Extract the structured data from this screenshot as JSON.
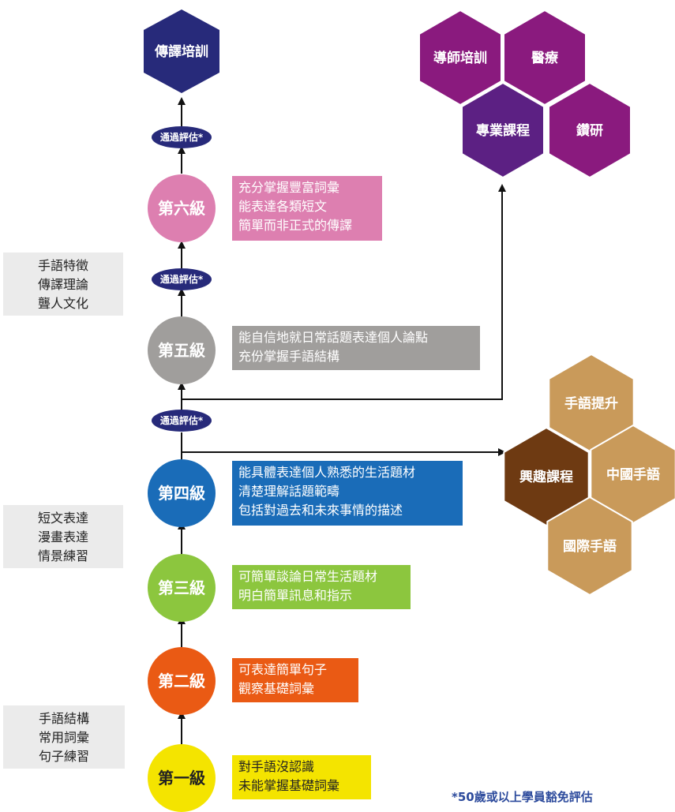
{
  "colors": {
    "navy": "#272a7a",
    "purple": "#8a1a7e",
    "purple_dark": "#5c2083",
    "tan": "#c99a5a",
    "brown": "#6e3a12",
    "note_blue": "#2c4a9c",
    "side_bg": "#ebebeb",
    "arrow": "#111111"
  },
  "top_node": {
    "label": "傳譯培訓",
    "color": "#272a7a"
  },
  "pass_label": "通過評估*",
  "levels": [
    {
      "id": "1",
      "label": "第一級",
      "color": "#f4e400",
      "text_color": "#222222",
      "box_color": "#f4e400",
      "box_text_color": "#222222",
      "desc": [
        "對手語沒認識",
        "未能掌握基礎詞彙"
      ]
    },
    {
      "id": "2",
      "label": "第二級",
      "color": "#ea5a14",
      "text_color": "#ffffff",
      "box_color": "#ea5a14",
      "box_text_color": "#ffffff",
      "desc": [
        "可表達簡單句子",
        "觀察基礎詞彙"
      ]
    },
    {
      "id": "3",
      "label": "第三級",
      "color": "#8cc63e",
      "text_color": "#ffffff",
      "box_color": "#8cc63e",
      "box_text_color": "#ffffff",
      "desc": [
        "可簡單談論日常生活題材",
        "明白簡單訊息和指示"
      ]
    },
    {
      "id": "4",
      "label": "第四級",
      "color": "#1a6cb8",
      "text_color": "#ffffff",
      "box_color": "#1a6cb8",
      "box_text_color": "#ffffff",
      "desc": [
        "能具體表達個人熟悉的生活題材",
        "清楚理解話題範疇",
        "包括對過去和未來事情的描述"
      ]
    },
    {
      "id": "5",
      "label": "第五級",
      "color": "#a09e9c",
      "text_color": "#ffffff",
      "box_color": "#a09e9c",
      "box_text_color": "#ffffff",
      "desc": [
        "能自信地就日常話題表達個人論點",
        "充份掌握手語結構"
      ]
    },
    {
      "id": "6",
      "label": "第六級",
      "color": "#dd7fb0",
      "text_color": "#ffffff",
      "box_color": "#dd7fb0",
      "box_text_color": "#ffffff",
      "desc": [
        "充分掌握豐富詞彙",
        "能表達各類短文",
        "簡單而非正式的傳譯"
      ]
    }
  ],
  "side_boxes": [
    {
      "id": "basic",
      "lines": [
        "手語結構",
        "常用詞彙",
        "句子練習"
      ]
    },
    {
      "id": "mid",
      "lines": [
        "短文表達",
        "漫畫表達",
        "情景練習"
      ]
    },
    {
      "id": "adv",
      "lines": [
        "手語特徵",
        "傳譯理論",
        "聾人文化"
      ]
    }
  ],
  "purple_hexes": [
    {
      "id": "mentor",
      "label": "導師培訓",
      "color": "#8a1a7e"
    },
    {
      "id": "medical",
      "label": "醫療",
      "color": "#8a1a7e"
    },
    {
      "id": "pro",
      "label": "專業課程",
      "color": "#5c2083"
    },
    {
      "id": "research",
      "label": "鑽研",
      "color": "#8a1a7e"
    }
  ],
  "tan_hexes": [
    {
      "id": "improve",
      "label": "手語提升",
      "color": "#c99a5a"
    },
    {
      "id": "interest",
      "label": "興趣課程",
      "color": "#6e3a12"
    },
    {
      "id": "china",
      "label": "中國手語",
      "color": "#c99a5a"
    },
    {
      "id": "intl",
      "label": "國際手語",
      "color": "#c99a5a"
    }
  ],
  "footnote": "*50歲或以上學員豁免評估"
}
